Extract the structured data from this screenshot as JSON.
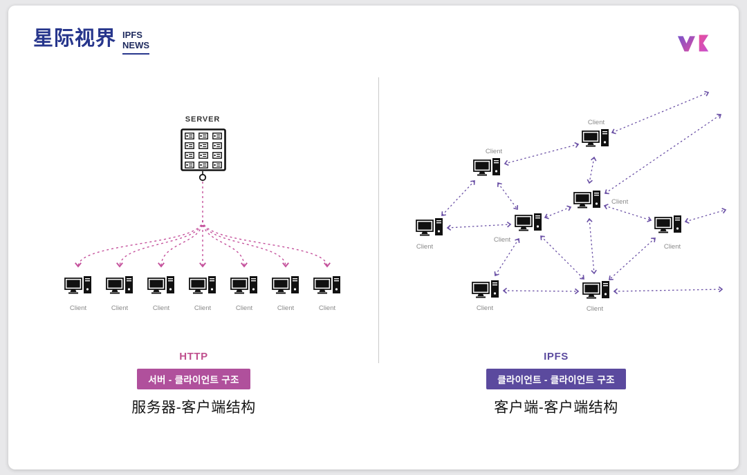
{
  "header": {
    "logo_text": "星际视界",
    "logo_sub_top": "IPFS",
    "logo_sub_bottom": "NEWS"
  },
  "left_panel": {
    "server_label": "SERVER",
    "client_label": "Client",
    "client_count": 7,
    "title": "HTTP",
    "badge": "서버 - 클라이언트 구조",
    "caption": "服务器-客户端结构"
  },
  "right_panel": {
    "client_label": "Client",
    "client_count": 8,
    "title": "IPFS",
    "badge": "클라이언트 - 클라이언트 구조",
    "caption": "客户端-客户端结构"
  },
  "colors": {
    "http_accent": "#c0508e",
    "http_badge_bg": "#b0509c",
    "ipfs_accent": "#5b4a9e",
    "ipfs_badge_bg": "#5b4a9e",
    "left_arrow": "#c4509b",
    "right_arrow": "#6a50a5"
  },
  "icons": {
    "brand": "brand-logo-icon",
    "server": "server-rack-icon",
    "client": "desktop-computer-icon"
  }
}
